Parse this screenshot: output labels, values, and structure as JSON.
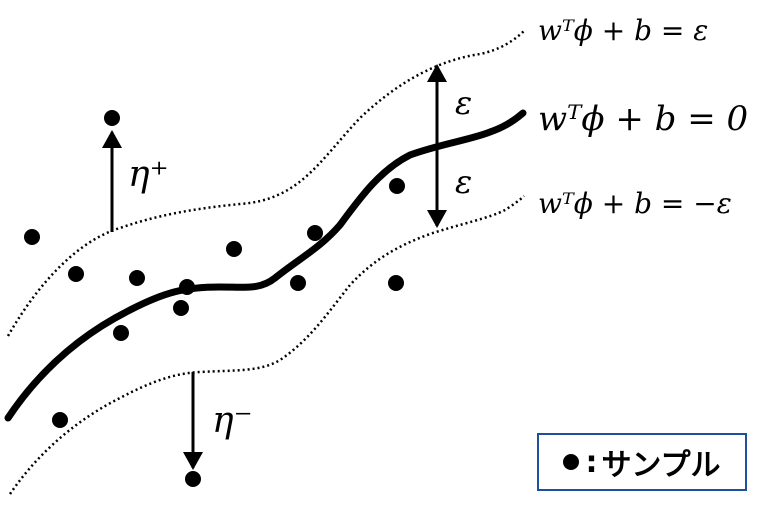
{
  "labels": {
    "upper_boundary": "wᵀϕ + b = ε",
    "center_boundary": "wᵀϕ + b = 0",
    "lower_boundary": "wᵀϕ + b = −ε",
    "epsilon_top": "ε",
    "epsilon_bottom": "ε",
    "eta_plus": "η⁺",
    "eta_minus": "η⁻"
  },
  "legend": {
    "separator": ":",
    "label": "サンプル"
  }
}
